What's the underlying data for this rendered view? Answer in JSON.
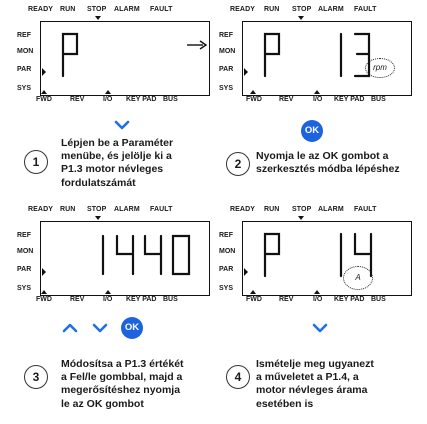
{
  "status_labels": [
    "READY",
    "RUN",
    "STOP",
    "ALARM",
    "FAULT"
  ],
  "side_labels": [
    "REF",
    "MON",
    "PAR",
    "SYS"
  ],
  "bottom_labels": [
    "FWD",
    "REV",
    "I/O",
    "KEY PAD",
    "BUS"
  ],
  "panels": [
    {
      "display": "P"
    },
    {
      "display": "P 13",
      "unit": "rpm"
    },
    {
      "display": "1440"
    },
    {
      "display": "P 14",
      "unit": "A"
    }
  ],
  "controls": {
    "ok_label": "OK"
  },
  "steps": [
    {
      "number": "1",
      "lines": [
        "Lépjen be a Paraméter",
        "menübe, és jelölje ki a",
        "P1.3 motor névleges",
        "fordulatszámát"
      ]
    },
    {
      "number": "2",
      "lines": [
        "Nyomja le az OK gombot a",
        "szerkesztés módba lépéshez"
      ]
    },
    {
      "number": "3",
      "lines": [
        "Módosítsa a P1.3 értékét",
        "a Fel/le gombbal, majd a",
        "megerősítéshez nyomja",
        "le az OK gombot"
      ]
    },
    {
      "number": "4",
      "lines": [
        "Ismételje meg ugyanezt",
        "a műveletet a P1.4, a",
        "motor névleges árama",
        "esetében is"
      ]
    }
  ],
  "colors": {
    "accent": "#1d63e0",
    "chevron": "#1f6fe6",
    "lcd_border": "#111111"
  },
  "icons": [
    "chevron-down-icon",
    "chevron-up-icon",
    "ok-button-icon",
    "right-arrow-icon"
  ]
}
